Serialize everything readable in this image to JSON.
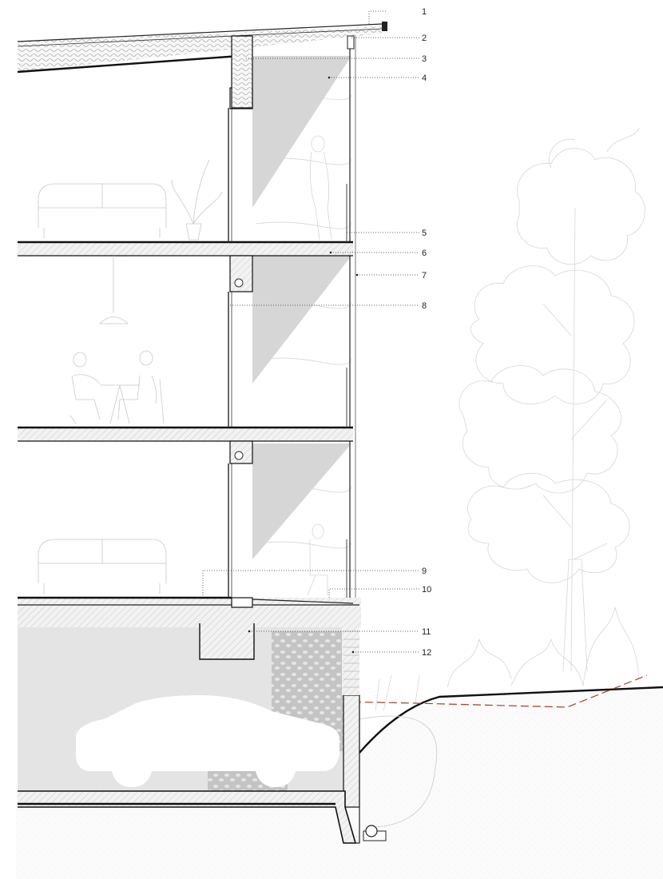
{
  "drawing": {
    "type": "building wall section",
    "callouts": [
      {
        "id": "1",
        "label": "1"
      },
      {
        "id": "2",
        "label": "2"
      },
      {
        "id": "3",
        "label": "3"
      },
      {
        "id": "4",
        "label": "4"
      },
      {
        "id": "5",
        "label": "5"
      },
      {
        "id": "6",
        "label": "6"
      },
      {
        "id": "7",
        "label": "7"
      },
      {
        "id": "8",
        "label": "8"
      },
      {
        "id": "9",
        "label": "9"
      },
      {
        "id": "10",
        "label": "10"
      },
      {
        "id": "11",
        "label": "11"
      },
      {
        "id": "12",
        "label": "12"
      }
    ],
    "colors": {
      "structure": "#111111",
      "concrete_hatch": "#d9d9d9",
      "interior_fill": "#e4e4e4",
      "shadow": "#cfcfcf",
      "groundwater_line": "#a0402a",
      "entourage": "#c8c8c8"
    },
    "icons": [
      "sofa",
      "potted-plant",
      "pendant-lamp",
      "people-at-table",
      "person-on-balcony",
      "car",
      "trees",
      "drain-pipe"
    ]
  }
}
